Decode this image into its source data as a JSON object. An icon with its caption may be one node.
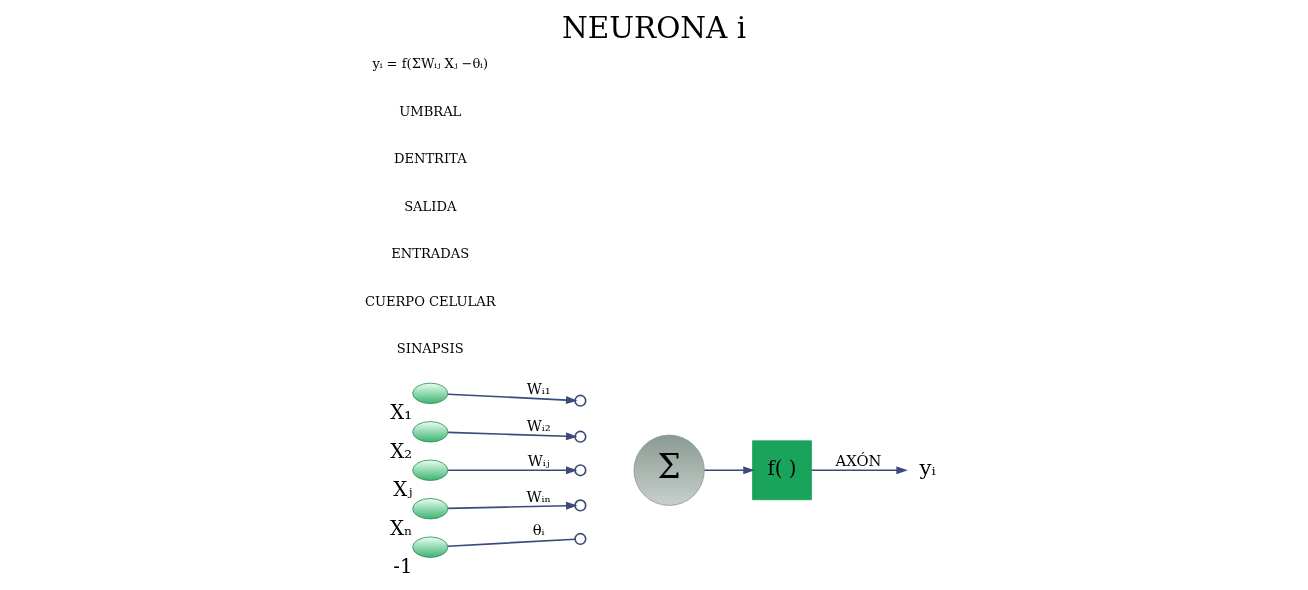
{
  "diagram": {
    "title": "NEURONA i",
    "nodes": [
      {
        "text": [],
        "shape": "ellipse",
        "beside": [
          "X₁"
        ]
      },
      {
        "text": [],
        "shape": "ellipse",
        "beside": [
          "X₂"
        ]
      },
      {
        "text": [],
        "shape": "ellipse",
        "beside": [
          "Xⱼ"
        ]
      },
      {
        "text": [],
        "shape": "ellipse",
        "beside": [
          "Xₙ"
        ]
      },
      {
        "text": [],
        "shape": "ellipse",
        "beside": [
          "-1"
        ]
      },
      {
        "text": [],
        "shape": "circle"
      },
      {
        "text": [],
        "shape": "circle"
      },
      {
        "text": [],
        "shape": "circle"
      },
      {
        "text": [],
        "shape": "circle"
      },
      {
        "text": [],
        "shape": "circle"
      },
      {
        "text": [
          "Σ"
        ]
      },
      {
        "text": [
          "f( )"
        ]
      },
      {
        "text": [
          "yᵢ"
        ]
      }
    ],
    "edges": [
      {
        "from": 0,
        "to": 5,
        "arrow": "to",
        "label": "Wᵢ₁"
      },
      {
        "from": 1,
        "to": 6,
        "arrow": "to",
        "label": "Wᵢ₂"
      },
      {
        "from": 2,
        "to": 7,
        "arrow": "to",
        "label": "Wᵢⱼ"
      },
      {
        "from": 3,
        "to": 8,
        "arrow": "to",
        "label": "Wᵢₙ"
      },
      {
        "from": 4,
        "to": 9,
        "arrow": "none",
        "label": "θᵢ"
      },
      {
        "from": 10,
        "to": 11,
        "arrow": "to"
      },
      {
        "from": 11,
        "to": 12,
        "arrow": "to",
        "label": "AXÓN"
      }
    ],
    "labels": [
      "SINAPSIS",
      "CUERPO CELULAR",
      "ENTRADAS",
      "SALIDA",
      "DENTRITA",
      "UMBRAL",
      "yᵢ = f(ΣWᵢⱼ Xⱼ −θᵢ)"
    ]
  }
}
